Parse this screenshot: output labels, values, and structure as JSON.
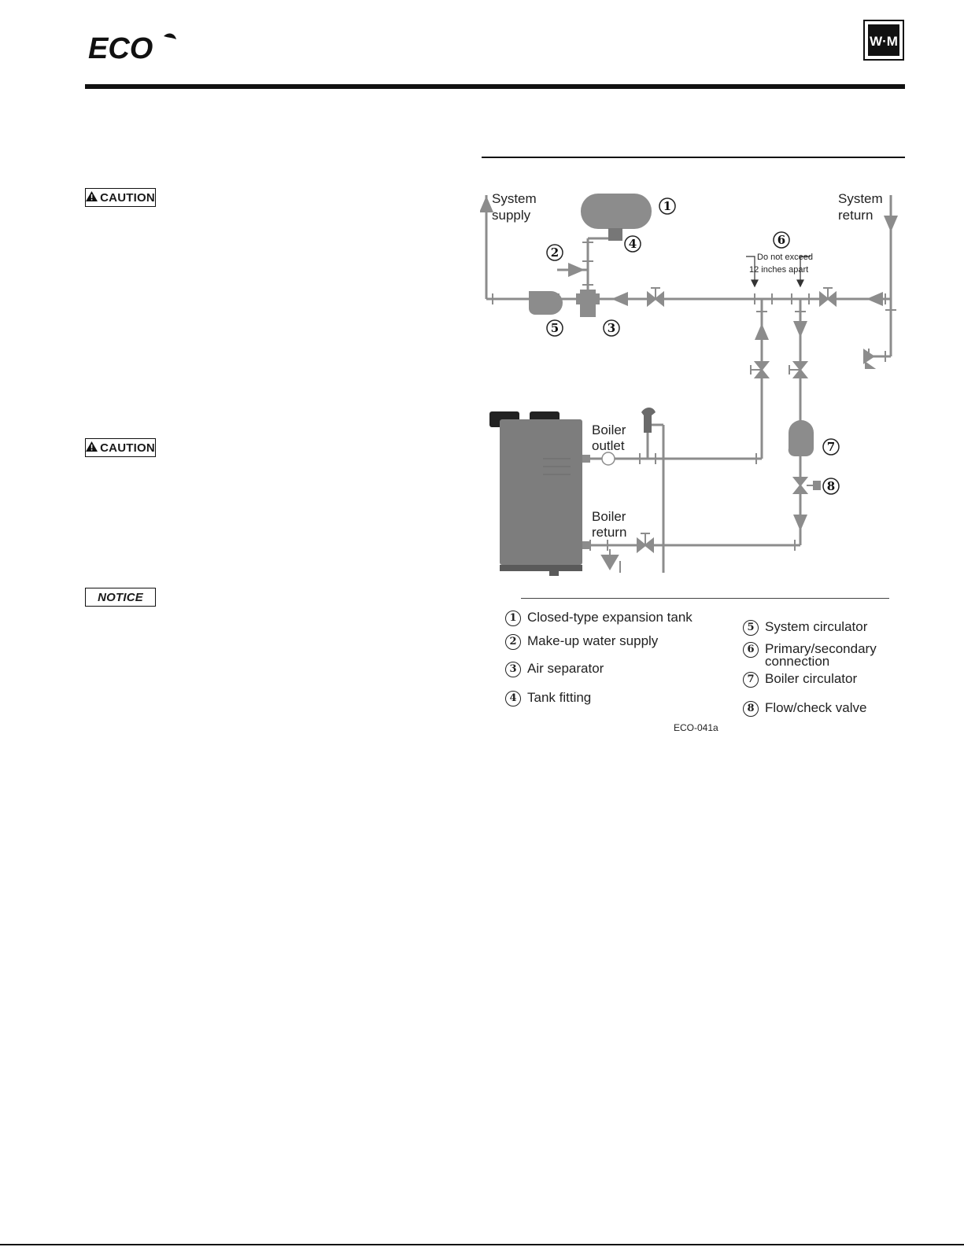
{
  "header": {
    "brand_text": "ECO",
    "badge_text": "W·M"
  },
  "labels": {
    "caution_1": "CAUTION",
    "caution_2": "CAUTION",
    "notice_1": "NOTICE"
  },
  "diagram": {
    "system_supply": [
      "System",
      "supply"
    ],
    "system_return": [
      "System",
      "return"
    ],
    "spacing_note": [
      "Do not exceed",
      "12 inches apart"
    ],
    "boiler_outlet": [
      "Boiler",
      "outlet"
    ],
    "boiler_return": [
      "Boiler",
      "return"
    ],
    "callouts": [
      "1",
      "2",
      "3",
      "4",
      "5",
      "6",
      "7",
      "8"
    ]
  },
  "legend": [
    {
      "num": "1",
      "text": "Closed-type expansion tank"
    },
    {
      "num": "2",
      "text": "Make-up water supply"
    },
    {
      "num": "3",
      "text": "Air separator"
    },
    {
      "num": "4",
      "text": "Tank fitting"
    },
    {
      "num": "5",
      "text": "System circulator"
    },
    {
      "num": "6",
      "text": "Primary/secondary connection"
    },
    {
      "num": "7",
      "text": "Boiler circulator"
    },
    {
      "num": "8",
      "text": "Flow/check valve"
    }
  ],
  "figure_code": "ECO-041a",
  "colors": {
    "pipe": "#8c8c8c",
    "component": "#888888",
    "boiler": "#7d7d7d",
    "ink": "#111111"
  }
}
